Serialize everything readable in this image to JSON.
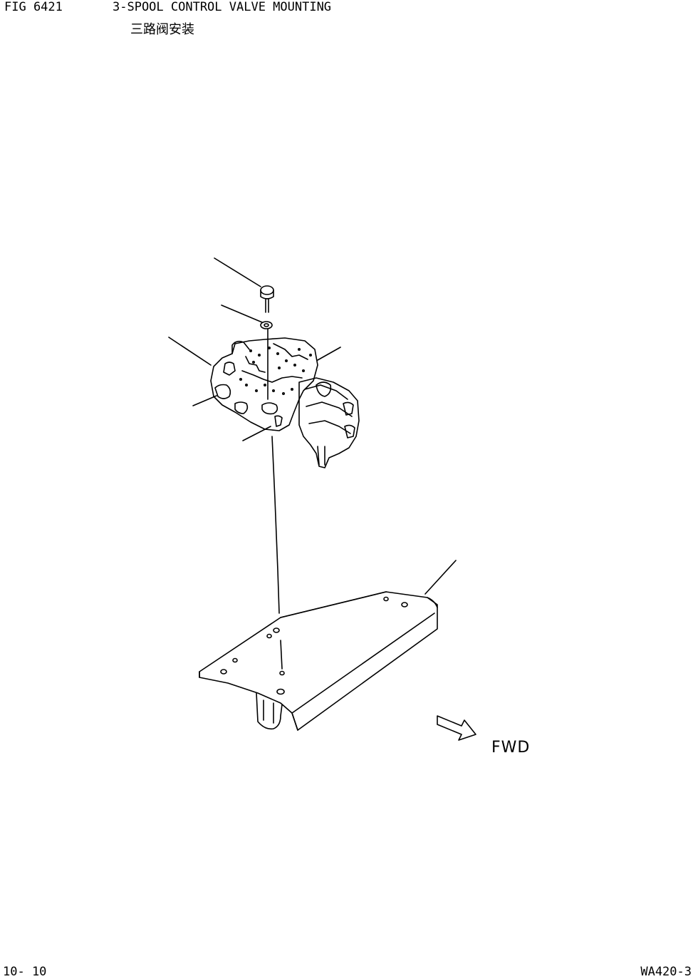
{
  "header": {
    "fig_number": "FIG 6421",
    "title": "3-SPOOL CONTROL VALVE MOUNTING",
    "title_cn": "三路阀安装"
  },
  "diagram": {
    "direction_label": "FWD"
  },
  "footer": {
    "page_number": "10- 10",
    "model": "WA420-3"
  },
  "colors": {
    "ink": "#000000",
    "paper": "#ffffff"
  }
}
